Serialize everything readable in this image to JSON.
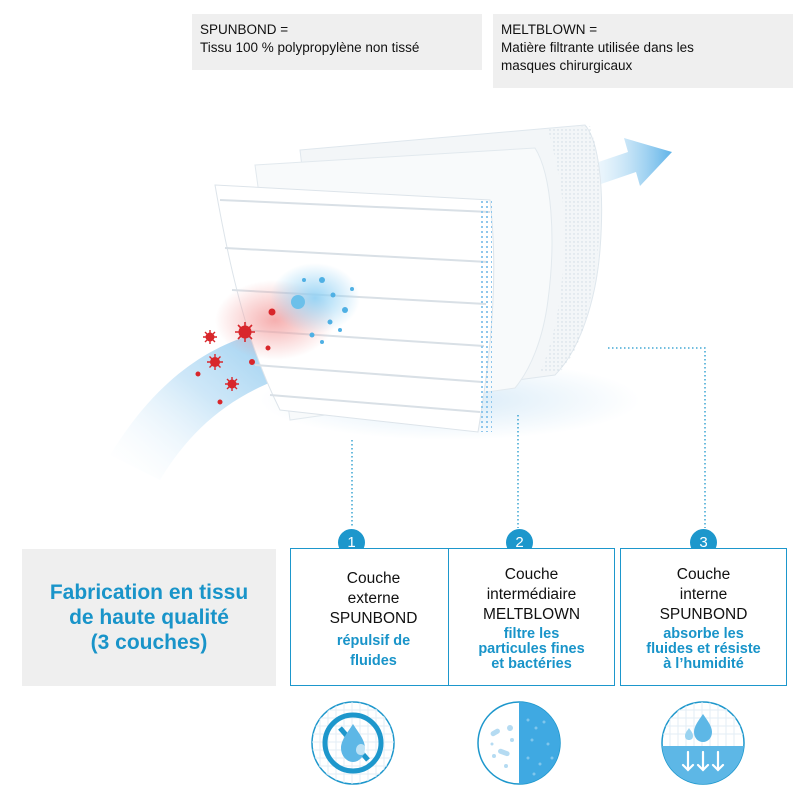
{
  "notes": {
    "spunbond": {
      "title": "SPUNBOND =",
      "text": "Tissu 100 % polypropylène non tissé"
    },
    "meltblown": {
      "title": "MELTBLOWN =",
      "line1": "Matière filtrante utilisée dans les",
      "line2": "masques chirurgicaux"
    }
  },
  "headline": {
    "line1": "Fabrication en tissu",
    "line2": "de haute qualité",
    "line3": "(3 couches)"
  },
  "layers": [
    {
      "number": "1",
      "lines": [
        "Couche",
        "externe",
        "SPUNBOND"
      ],
      "desc": [
        "répulsif de",
        "fluides"
      ],
      "icon": "no-water-drop-icon"
    },
    {
      "number": "2",
      "lines": [
        "Couche",
        "intermédiaire",
        "MELTBLOWN"
      ],
      "desc": [
        "filtre les",
        "particules fines",
        "et bactéries"
      ],
      "icon": "particle-filter-icon"
    },
    {
      "number": "3",
      "lines": [
        "Couche",
        "interne",
        "SPUNBOND"
      ],
      "desc": [
        "absorbe les",
        "fluides et résiste",
        "à l’humidité"
      ],
      "icon": "moisture-absorb-icon"
    }
  ],
  "colors": {
    "accent": "#1d97cc",
    "accent_text": "#1994c9",
    "panel_bg": "#efefef",
    "virus": "#d8262b",
    "arrow": "#8cc8ee"
  }
}
